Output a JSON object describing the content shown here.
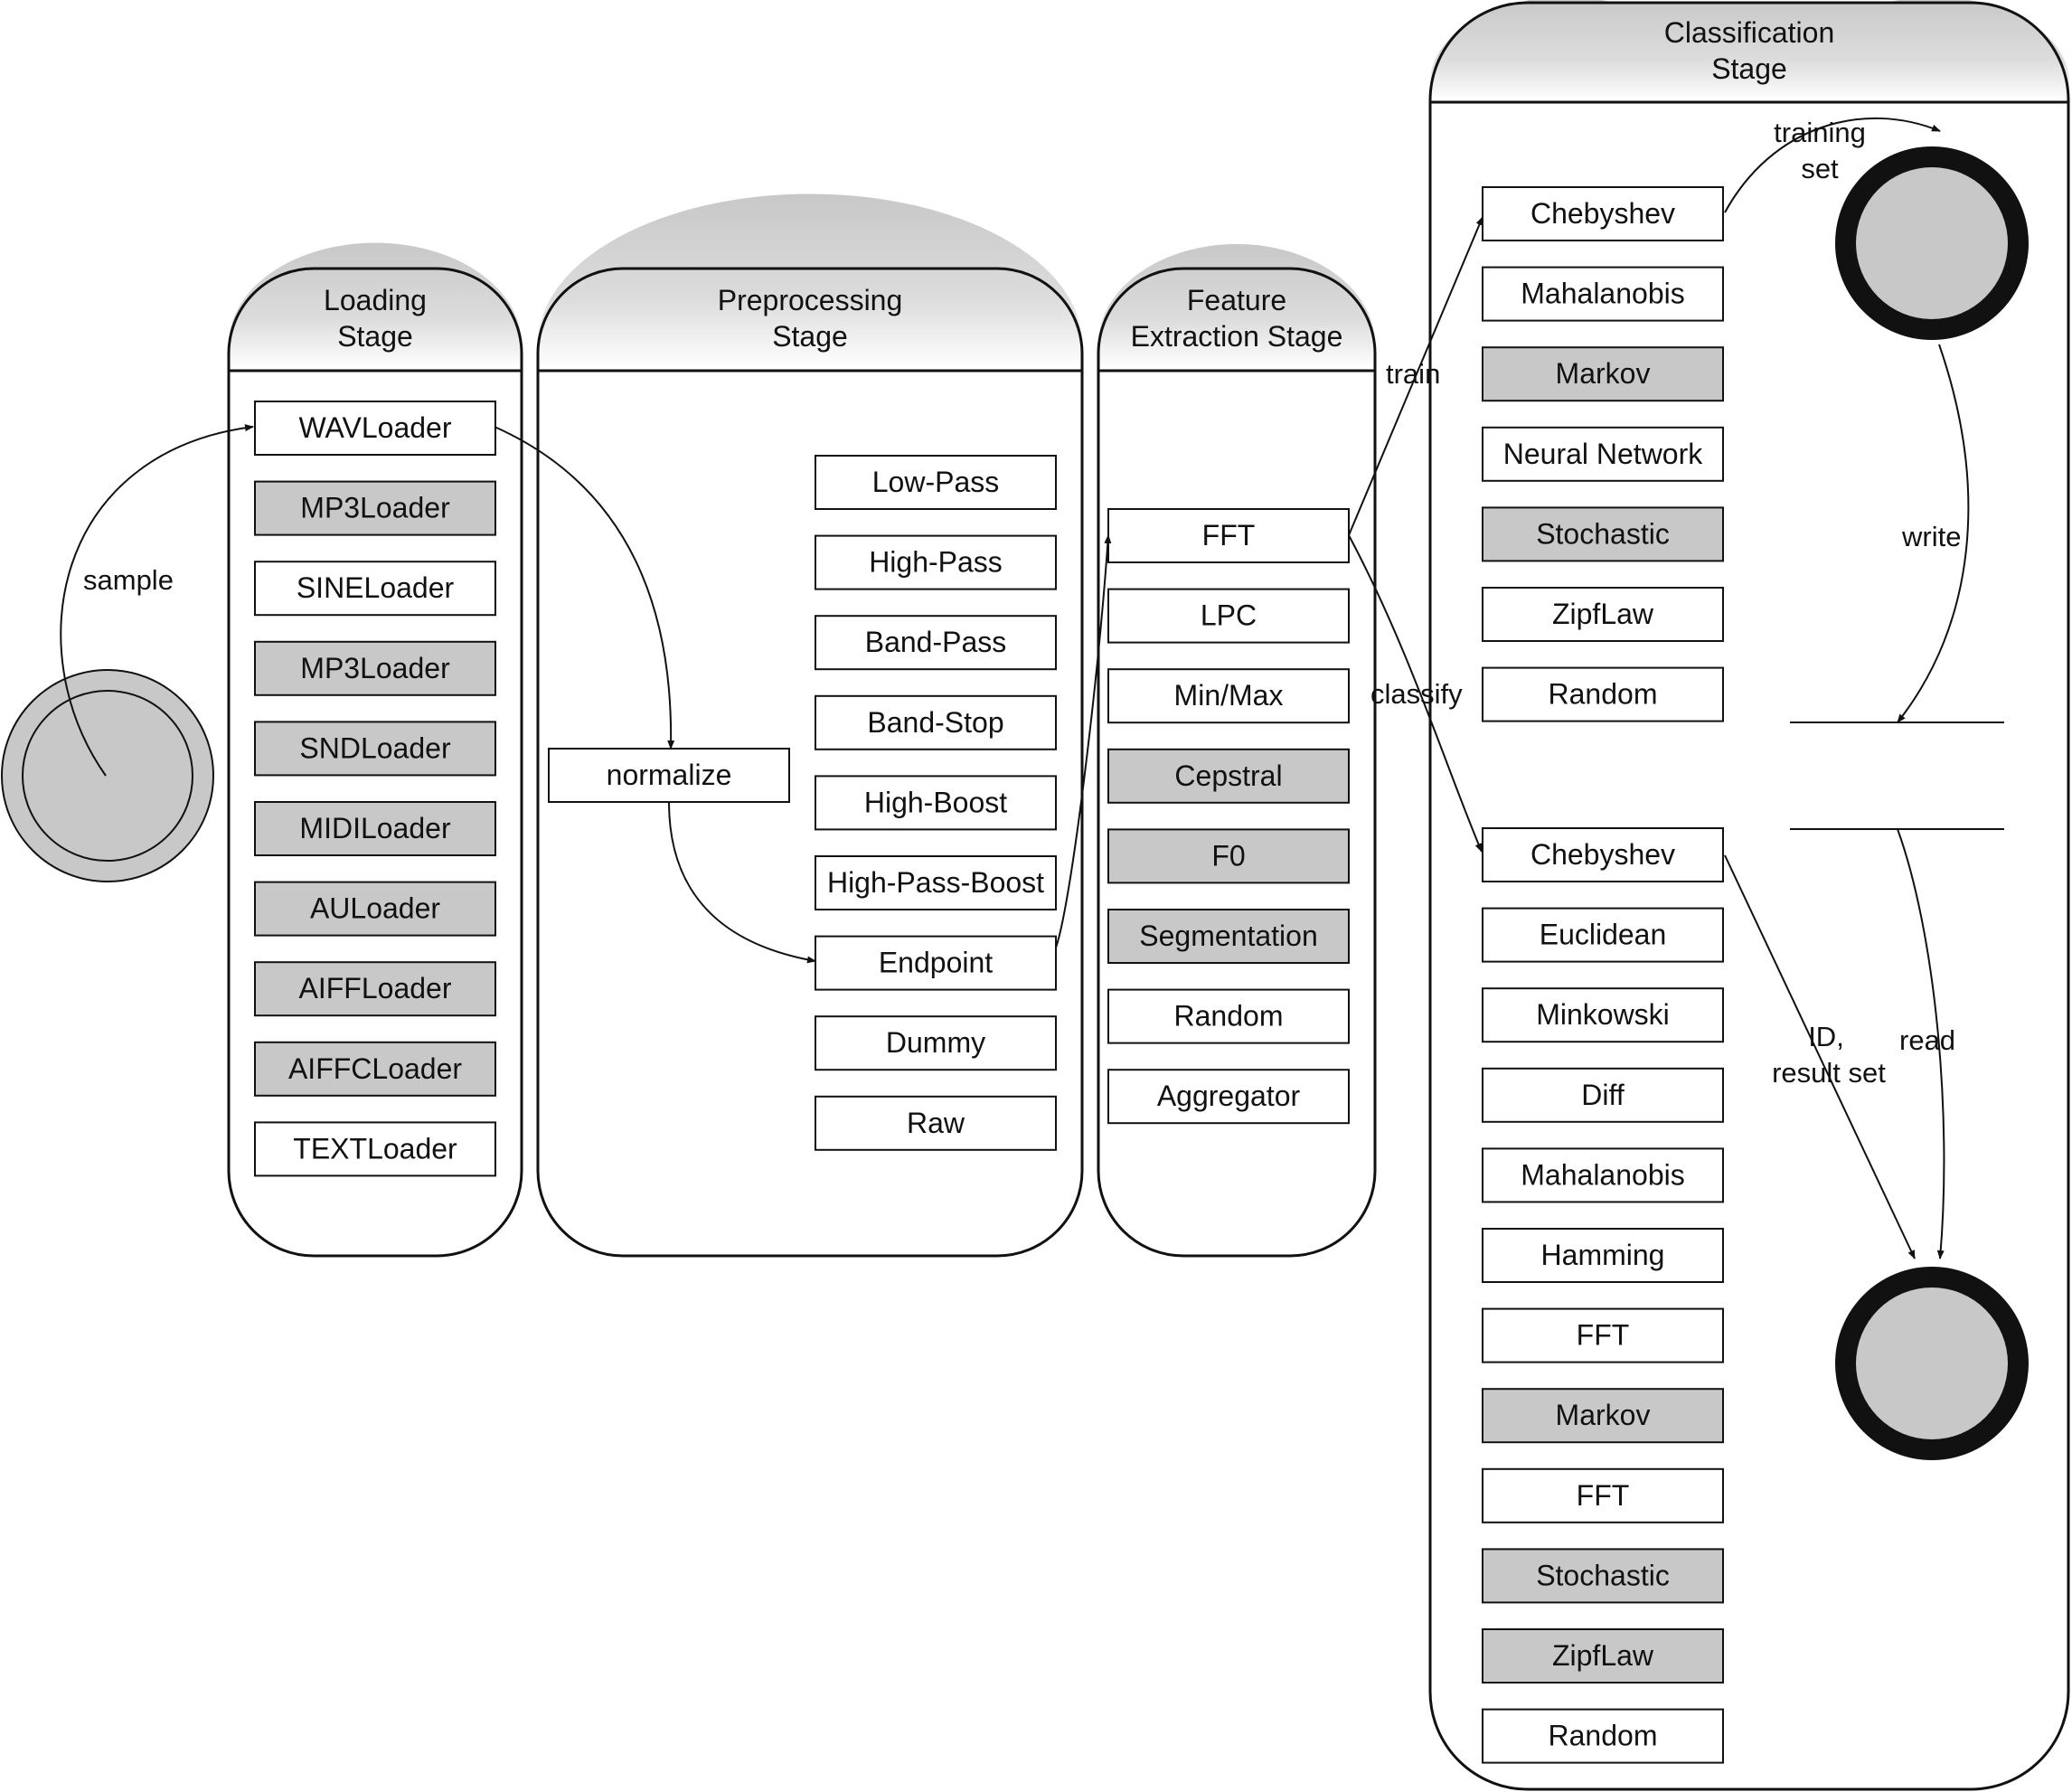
{
  "colors": {
    "line": "#111111",
    "box_white": "#ffffff",
    "box_gray": "#c8c8c8",
    "header_top": "#c8c8c8",
    "header_bottom": "#ffffff",
    "node_fill": "#c8c8c8",
    "background": "#ffffff"
  },
  "loading_stage": {
    "title_line1": "Loading",
    "title_line2": "Stage",
    "items": [
      {
        "label": "WAVLoader",
        "shaded": false
      },
      {
        "label": "MP3Loader",
        "shaded": true
      },
      {
        "label": "SINELoader",
        "shaded": false
      },
      {
        "label": "MP3Loader",
        "shaded": true
      },
      {
        "label": "SNDLoader",
        "shaded": true
      },
      {
        "label": "MIDILoader",
        "shaded": true
      },
      {
        "label": "AULoader",
        "shaded": true
      },
      {
        "label": "AIFFLoader",
        "shaded": true
      },
      {
        "label": "AIFFCLoader",
        "shaded": true
      },
      {
        "label": "TEXTLoader",
        "shaded": false
      }
    ]
  },
  "preprocessing_stage": {
    "title_line1": "Preprocessing",
    "title_line2": "Stage",
    "normalize_label": "normalize",
    "items": [
      {
        "label": "Low-Pass",
        "shaded": false
      },
      {
        "label": "High-Pass",
        "shaded": false
      },
      {
        "label": "Band-Pass",
        "shaded": false
      },
      {
        "label": "Band-Stop",
        "shaded": false
      },
      {
        "label": "High-Boost",
        "shaded": false
      },
      {
        "label": "High-Pass-Boost",
        "shaded": false
      },
      {
        "label": "Endpoint",
        "shaded": false
      },
      {
        "label": "Dummy",
        "shaded": false
      },
      {
        "label": "Raw",
        "shaded": false
      }
    ]
  },
  "feature_stage": {
    "title_line1": "Feature",
    "title_line2": "Extraction Stage",
    "items": [
      {
        "label": "FFT",
        "shaded": false
      },
      {
        "label": "LPC",
        "shaded": false
      },
      {
        "label": "Min/Max",
        "shaded": false
      },
      {
        "label": "Cepstral",
        "shaded": true
      },
      {
        "label": "F0",
        "shaded": true
      },
      {
        "label": "Segmentation",
        "shaded": true
      },
      {
        "label": "Random",
        "shaded": false
      },
      {
        "label": "Aggregator",
        "shaded": false
      }
    ]
  },
  "classification_stage": {
    "title_line1": "Classification",
    "title_line2": "Stage",
    "training_items": [
      {
        "label": "Chebyshev",
        "shaded": false
      },
      {
        "label": "Mahalanobis",
        "shaded": false
      },
      {
        "label": "Markov",
        "shaded": true
      },
      {
        "label": "Neural Network",
        "shaded": false
      },
      {
        "label": "Stochastic",
        "shaded": true
      },
      {
        "label": "ZipfLaw",
        "shaded": false
      },
      {
        "label": "Random",
        "shaded": false
      }
    ],
    "classify_items": [
      {
        "label": "Chebyshev",
        "shaded": false
      },
      {
        "label": "Euclidean",
        "shaded": false
      },
      {
        "label": "Minkowski",
        "shaded": false
      },
      {
        "label": "Diff",
        "shaded": false
      },
      {
        "label": "Mahalanobis",
        "shaded": false
      },
      {
        "label": "Hamming",
        "shaded": false
      },
      {
        "label": "FFT",
        "shaded": false
      },
      {
        "label": "Markov",
        "shaded": true
      },
      {
        "label": "FFT",
        "shaded": false
      },
      {
        "label": "Stochastic",
        "shaded": true
      },
      {
        "label": "ZipfLaw",
        "shaded": true
      },
      {
        "label": "Random",
        "shaded": false
      }
    ]
  },
  "edge_labels": {
    "sample": "sample",
    "train": "train",
    "classify": "classify",
    "training_set_line1": "training",
    "training_set_line2": "set",
    "write": "write",
    "read": "read",
    "id_result_line1": "ID,",
    "id_result_line2": "result set"
  }
}
